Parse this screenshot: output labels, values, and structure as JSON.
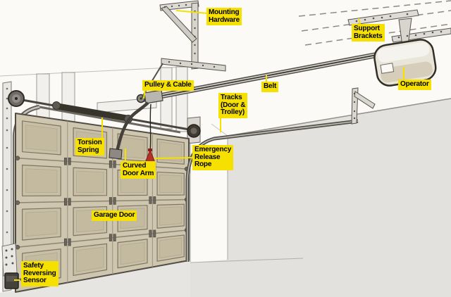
{
  "diagram": {
    "title": "garage-door-opener-parts-diagram",
    "labels": {
      "mounting_hardware": {
        "line1": "Mounting",
        "line2": "Hardware"
      },
      "support_brackets": {
        "line1": "Support",
        "line2": "Brackets"
      },
      "operator": {
        "line1": "Operator"
      },
      "pulley_cable": {
        "line1": "Pulley & Cable"
      },
      "belt": {
        "line1": "Belt"
      },
      "tracks_door_trolley": {
        "line1": "Tracks",
        "line2": "(Door &",
        "line3": "Trolley)"
      },
      "torsion_spring": {
        "line1": "Torsion",
        "line2": "Spring"
      },
      "curved_door_arm": {
        "line1": "Curved",
        "line2": "Door Arm"
      },
      "emergency_release_rope": {
        "line1": "Emergency",
        "line2": "Release",
        "line3": "Rope"
      },
      "garage_door": {
        "line1": "Garage Door"
      },
      "safety_reversing_sensor": {
        "line1": "Safety",
        "line2": "Reversing",
        "line3": "Sensor"
      }
    },
    "colors": {
      "label_background": "#F5E000",
      "label_text": "#000000",
      "door_panel_tan": "#CEC6AF",
      "wall_gray": "#E2E1DE",
      "metal_light": "#DBD9D4",
      "outline_dark": "#55524C",
      "spring_dark": "#37342C",
      "release_handle_red": "#B33226"
    }
  }
}
